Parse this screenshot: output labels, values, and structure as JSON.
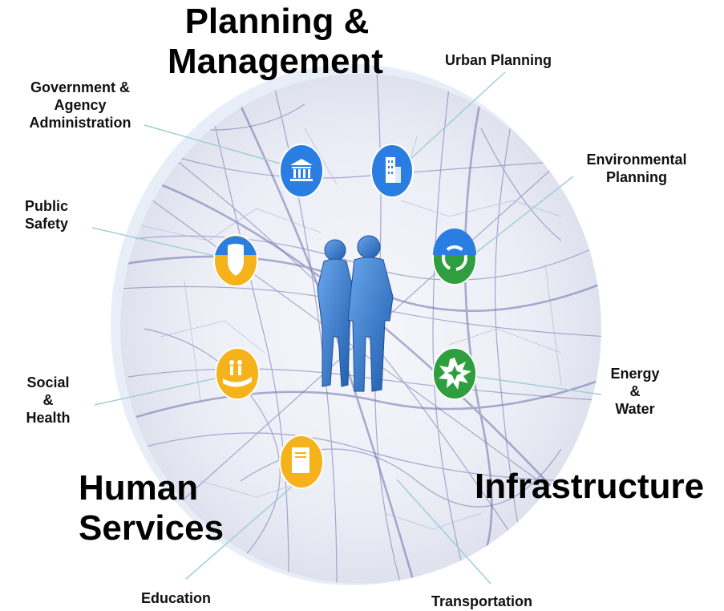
{
  "domains": {
    "planning": [
      "Planning &",
      "Management"
    ],
    "human": [
      "Human",
      "Services"
    ],
    "infrastructure": "Infrastructure"
  },
  "categories": {
    "urban_planning": [
      "Urban Planning"
    ],
    "government": [
      "Government &",
      "Agency",
      "Administration"
    ],
    "environmental": [
      "Environmental",
      "Planning"
    ],
    "public_safety": [
      "Public",
      "Safety"
    ],
    "social_health": [
      "Social",
      "&",
      "Health"
    ],
    "energy_water": [
      "Energy",
      "&",
      "Water"
    ],
    "education": [
      "Education"
    ],
    "transportation": [
      "Transportation"
    ]
  },
  "icons": {
    "government": "government-building-icon",
    "urban_planning": "office-building-icon",
    "public_safety": "police-badge-icon",
    "environmental": "recycle-icon",
    "social_health": "family-hand-icon",
    "energy_water": "energy-burst-icon",
    "education": "book-icon",
    "center": "business-people-icon"
  },
  "colors": {
    "blue": "#2a7de1",
    "yellow": "#f5b21b",
    "green": "#2e9e3e",
    "halo": "#e8eef8",
    "figures": "#3a78c8",
    "leader": "#9fcfd6"
  }
}
